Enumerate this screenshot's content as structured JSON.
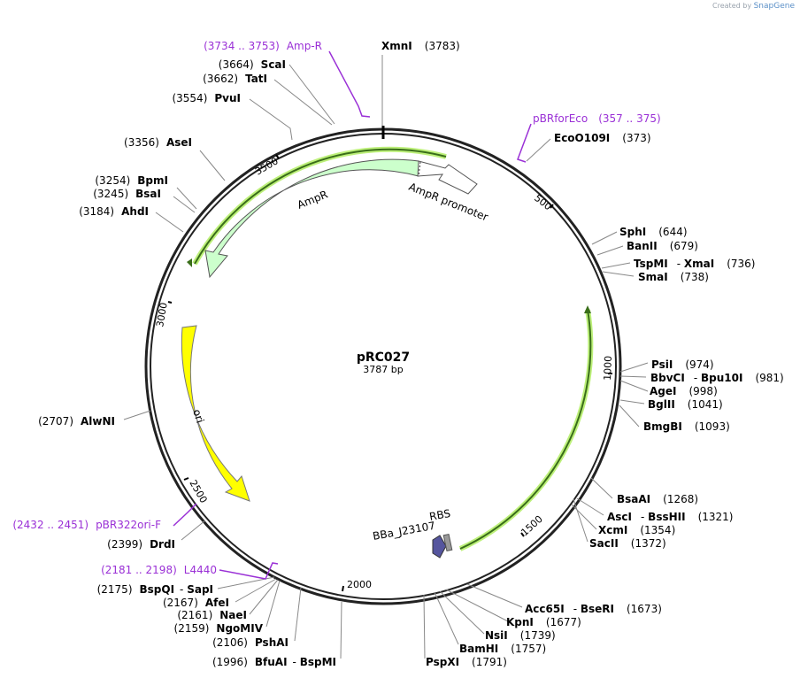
{
  "watermark": {
    "created_by": "Created by",
    "brand": "SnapGene"
  },
  "plasmid": {
    "name": "pRC027",
    "length_label": "3787 bp",
    "length": 3787
  },
  "tick_labels": [
    "500",
    "1000",
    "1500",
    "2000",
    "2500",
    "3000",
    "3500"
  ],
  "features": {
    "ampr": "AmpR",
    "ampr_promoter": "AmpR promoter",
    "ori": "ori",
    "rbs": "RBS",
    "bba": "BBa_J23107"
  },
  "sites": [
    {
      "name": "XmnI",
      "pos": "(3783)"
    },
    {
      "name": "ScaI",
      "pos": "(3664)"
    },
    {
      "name": "TatI",
      "pos": "(3662)"
    },
    {
      "name": "PvuI",
      "pos": "(3554)"
    },
    {
      "name": "AseI",
      "pos": "(3356)"
    },
    {
      "name": "BpmI",
      "pos": "(3254)"
    },
    {
      "name": "BsaI",
      "pos": "(3245)"
    },
    {
      "name": "AhdI",
      "pos": "(3184)"
    },
    {
      "name": "AlwNI",
      "pos": "(2707)"
    },
    {
      "name": "DrdI",
      "pos": "(2399)"
    },
    {
      "name": "BspQI",
      "name2": "SapI",
      "pos": "(2175)"
    },
    {
      "name": "AfeI",
      "pos": "(2167)"
    },
    {
      "name": "NaeI",
      "pos": "(2161)"
    },
    {
      "name": "NgoMIV",
      "pos": "(2159)"
    },
    {
      "name": "PshAI",
      "pos": "(2106)"
    },
    {
      "name": "BfuAI",
      "name2": "BspMI",
      "pos": "(1996)"
    },
    {
      "name": "PspXI",
      "pos": "(1791)"
    },
    {
      "name": "BamHI",
      "pos": "(1757)"
    },
    {
      "name": "NsiI",
      "pos": "(1739)"
    },
    {
      "name": "KpnI",
      "pos": "(1677)"
    },
    {
      "name": "Acc65I",
      "name2": "BseRI",
      "pos": "(1673)"
    },
    {
      "name": "SacII",
      "pos": "(1372)"
    },
    {
      "name": "XcmI",
      "pos": "(1354)"
    },
    {
      "name": "AscI",
      "name2": "BssHII",
      "pos": "(1321)"
    },
    {
      "name": "BsaAI",
      "pos": "(1268)"
    },
    {
      "name": "BmgBI",
      "pos": "(1093)"
    },
    {
      "name": "BglII",
      "pos": "(1041)"
    },
    {
      "name": "AgeI",
      "pos": "(998)"
    },
    {
      "name": "BbvCI",
      "name2": "Bpu10I",
      "pos": "(981)"
    },
    {
      "name": "PsiI",
      "pos": "(974)"
    },
    {
      "name": "SmaI",
      "pos": "(738)"
    },
    {
      "name": "TspMI",
      "name2": "XmaI",
      "pos": "(736)"
    },
    {
      "name": "BanII",
      "pos": "(679)"
    },
    {
      "name": "SphI",
      "pos": "(644)"
    },
    {
      "name": "EcoO109I",
      "pos": "(373)"
    }
  ],
  "primers": [
    {
      "name": "Amp-R",
      "range": "(3734 .. 3753)"
    },
    {
      "name": "pBRforEco",
      "range": "(357 .. 375)"
    },
    {
      "name": "pBR322ori-F",
      "range": "(2432 .. 2451)"
    },
    {
      "name": "L4440",
      "range": "(2181 .. 2198)"
    }
  ],
  "colors": {
    "backbone": "#222222",
    "ampr_fill": "#ccffcc",
    "ori_fill": "#ffff00",
    "green_strand": "#3a6e1a",
    "green_glow": "#bdf07a",
    "promoter_fill": "#ffffff",
    "bba_fill": "#55559e",
    "rbs_fill": "#999999",
    "primer": "#9a30d6",
    "site_line": "#888888"
  }
}
